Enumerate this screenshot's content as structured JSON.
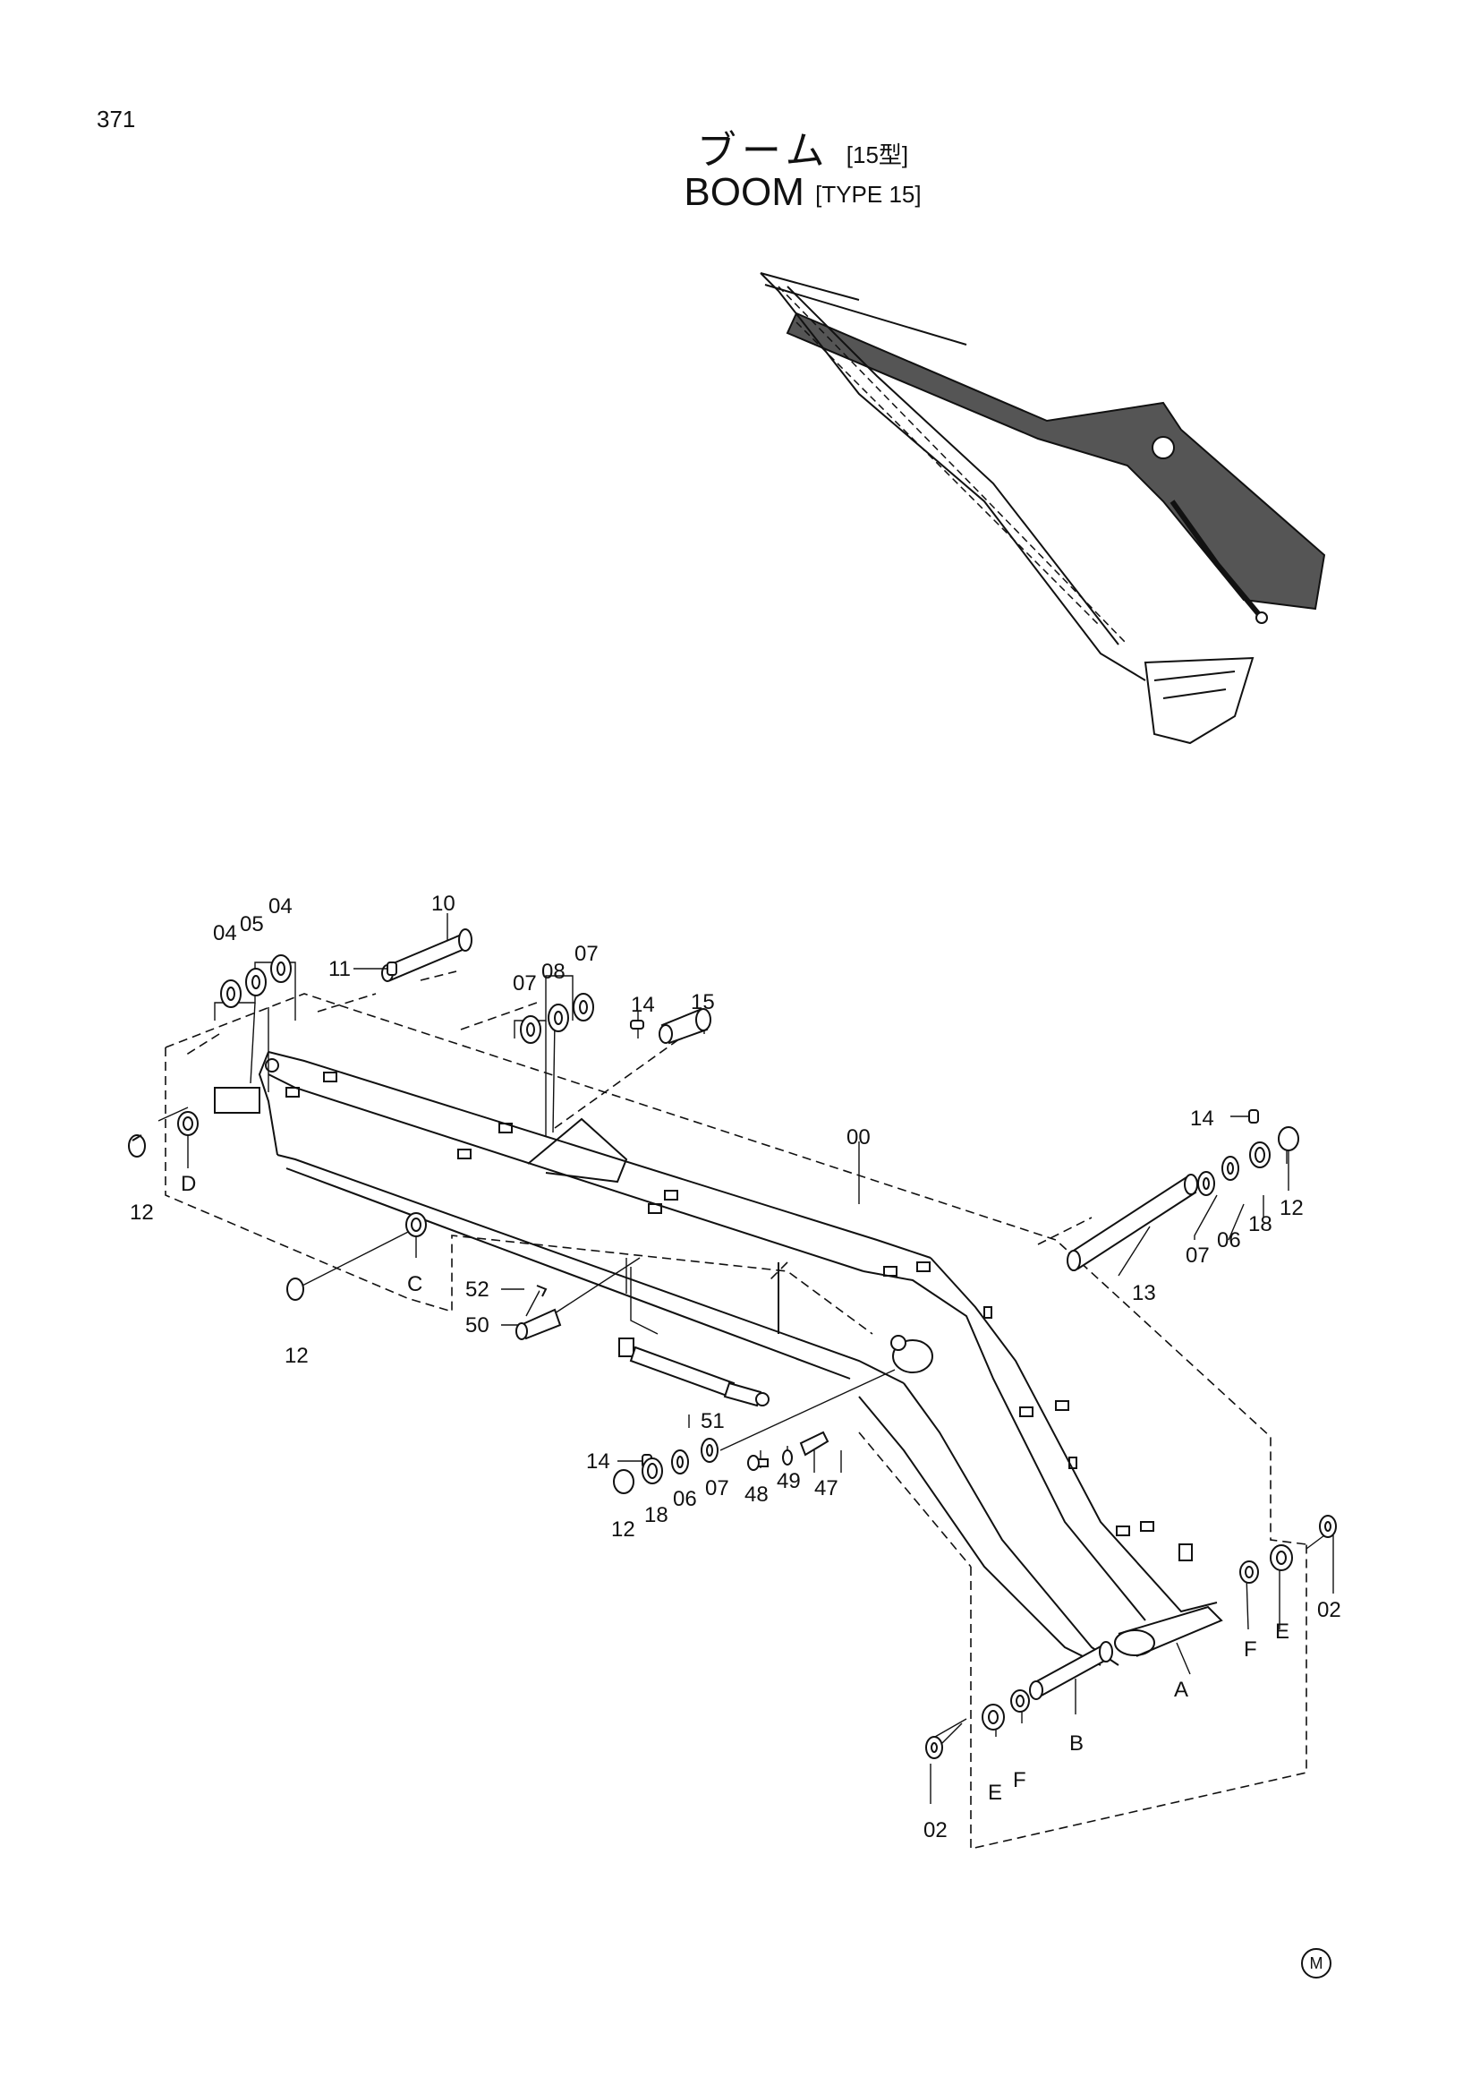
{
  "page_number": "371",
  "title": {
    "jp": "ブーム",
    "jp_sub": "[15型]",
    "en": "BOOM",
    "en_sub": "[TYPE 15]"
  },
  "colors": {
    "line": "#111111",
    "fill": "#ffffff",
    "shade": "#555555"
  },
  "callouts": {
    "c04a": "04",
    "c05": "05",
    "c04b": "04",
    "c10": "10",
    "c11": "11",
    "c07a": "07",
    "c08": "08",
    "c07b": "07",
    "c14a": "14",
    "c15": "15",
    "c12a": "12",
    "cD": "D",
    "c00": "00",
    "c14b": "14",
    "c07c": "07",
    "c06a": "06",
    "c18a": "18",
    "c12b": "12",
    "c13": "13",
    "cC": "C",
    "c12c": "12",
    "c52": "52",
    "c50": "50",
    "c51": "51",
    "c14c": "14",
    "c12d": "12",
    "c18b": "18",
    "c06b": "06",
    "c07d": "07",
    "c48": "48",
    "c49": "49",
    "c47": "47",
    "c02a": "02",
    "cEa": "E",
    "cFa": "F",
    "cA": "A",
    "cB": "B",
    "cFb": "F",
    "cEb": "E",
    "c02b": "02"
  },
  "footer_mark": "M"
}
